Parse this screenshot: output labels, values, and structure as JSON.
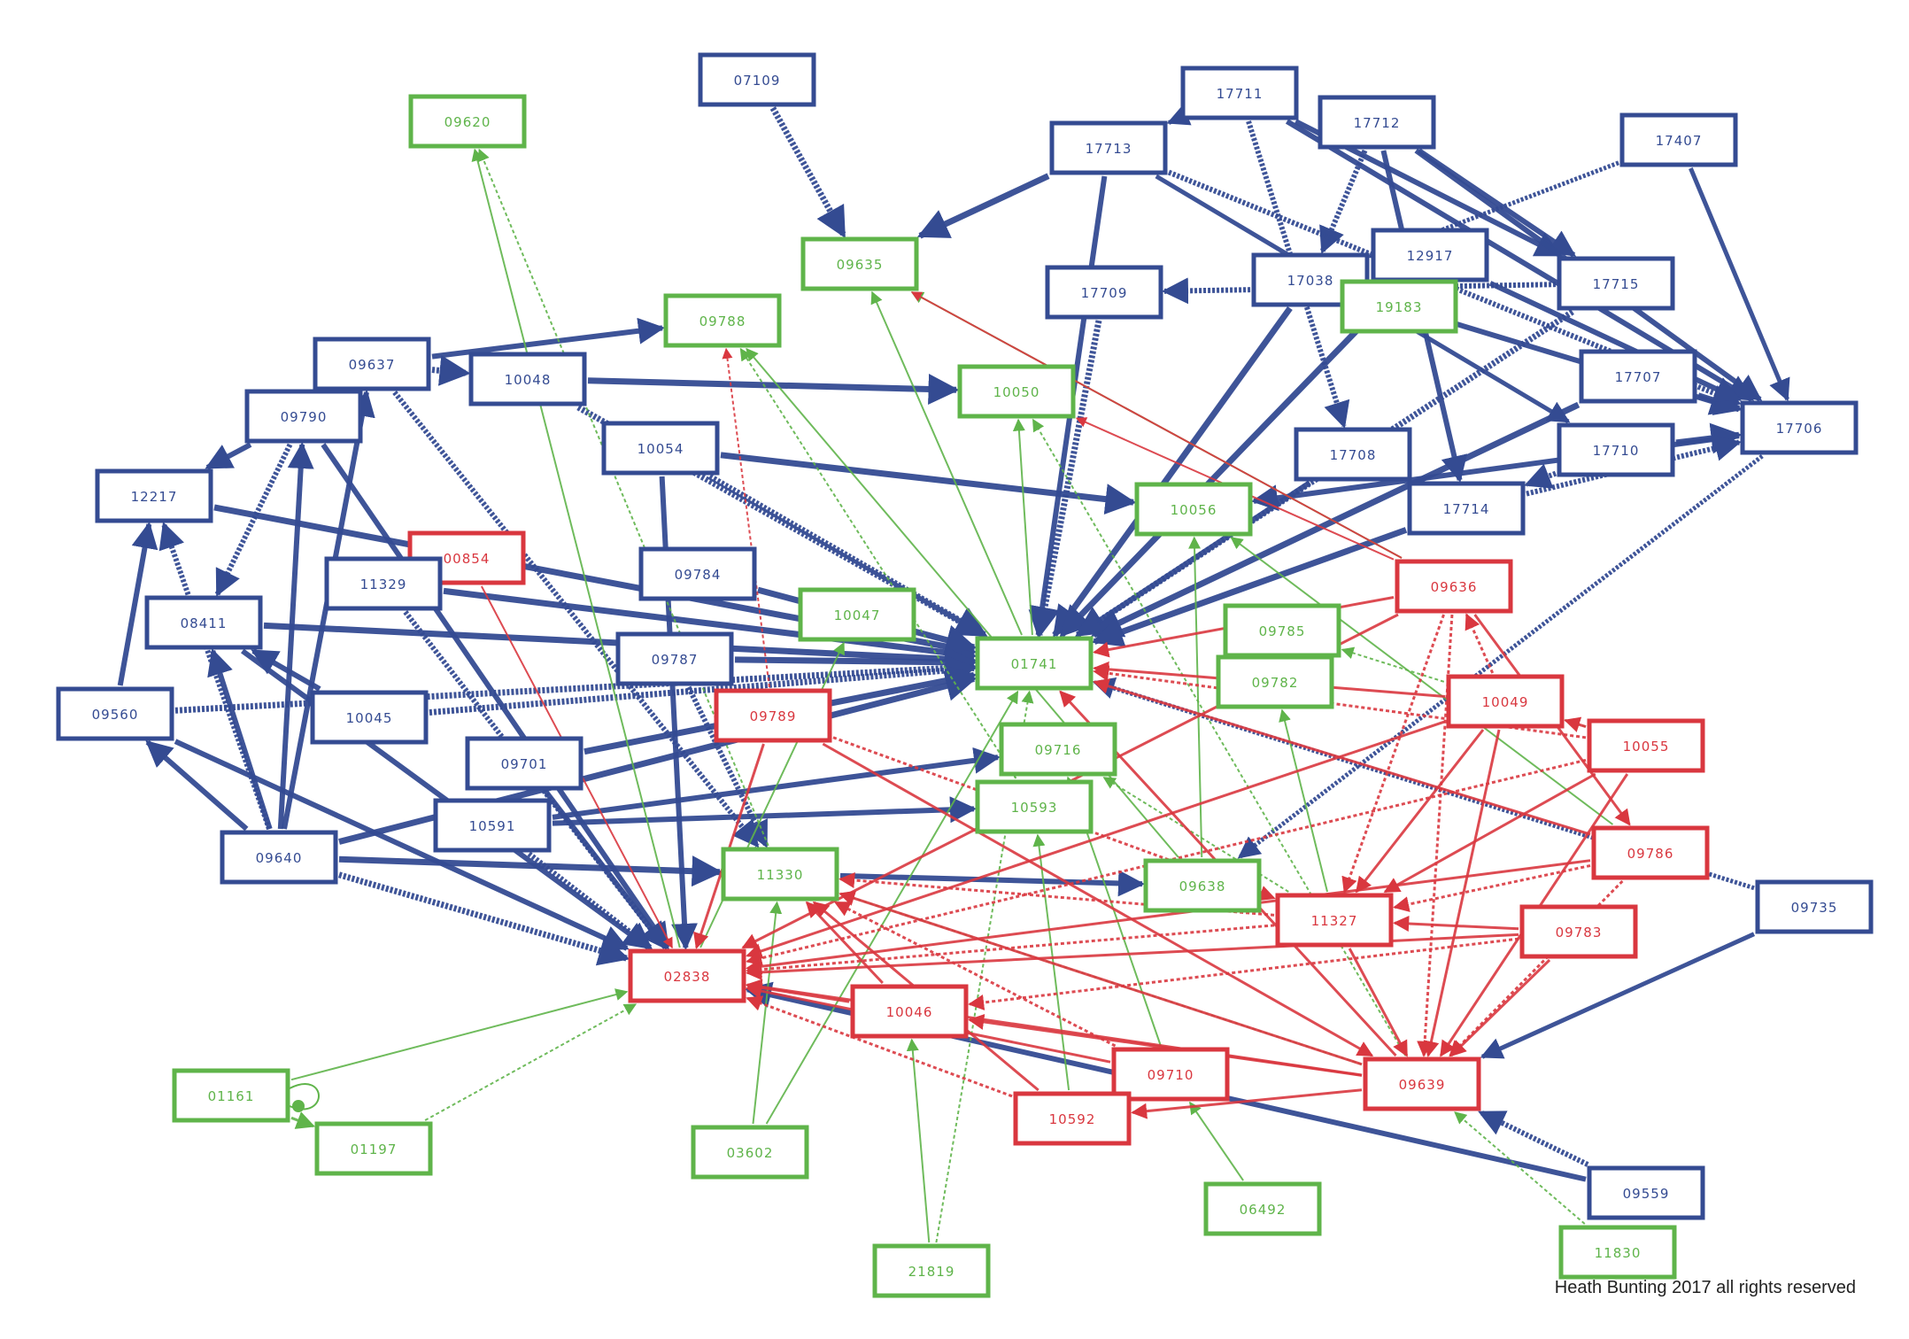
{
  "colors": {
    "blue": "#344b92",
    "green": "#5fb44a",
    "red": "#d9373f"
  },
  "credit": "Heath Bunting 2017 all rights reserved",
  "nodes": [
    {
      "id": "07109",
      "c": "blue"
    },
    {
      "id": "09620",
      "c": "green"
    },
    {
      "id": "17711",
      "c": "blue"
    },
    {
      "id": "17712",
      "c": "blue"
    },
    {
      "id": "17713",
      "c": "blue"
    },
    {
      "id": "17407",
      "c": "blue"
    },
    {
      "id": "09635",
      "c": "green"
    },
    {
      "id": "12917",
      "c": "blue"
    },
    {
      "id": "17038",
      "c": "blue"
    },
    {
      "id": "17709",
      "c": "blue"
    },
    {
      "id": "19183",
      "c": "green"
    },
    {
      "id": "17715",
      "c": "blue"
    },
    {
      "id": "09788",
      "c": "green"
    },
    {
      "id": "09637",
      "c": "blue"
    },
    {
      "id": "10048",
      "c": "blue"
    },
    {
      "id": "10050",
      "c": "green"
    },
    {
      "id": "17707",
      "c": "blue"
    },
    {
      "id": "09790",
      "c": "blue"
    },
    {
      "id": "17706",
      "c": "blue"
    },
    {
      "id": "10054",
      "c": "blue"
    },
    {
      "id": "17708",
      "c": "blue"
    },
    {
      "id": "17710",
      "c": "blue"
    },
    {
      "id": "12217",
      "c": "blue"
    },
    {
      "id": "10056",
      "c": "green"
    },
    {
      "id": "17714",
      "c": "blue"
    },
    {
      "id": "00854",
      "c": "red"
    },
    {
      "id": "11329",
      "c": "blue"
    },
    {
      "id": "09784",
      "c": "blue"
    },
    {
      "id": "09636",
      "c": "red"
    },
    {
      "id": "08411",
      "c": "blue"
    },
    {
      "id": "10047",
      "c": "green"
    },
    {
      "id": "09785",
      "c": "green"
    },
    {
      "id": "09787",
      "c": "blue"
    },
    {
      "id": "01741",
      "c": "green"
    },
    {
      "id": "09782",
      "c": "green"
    },
    {
      "id": "10049",
      "c": "red"
    },
    {
      "id": "09560",
      "c": "blue"
    },
    {
      "id": "10045",
      "c": "blue"
    },
    {
      "id": "09789",
      "c": "red"
    },
    {
      "id": "10055",
      "c": "red"
    },
    {
      "id": "09716",
      "c": "green"
    },
    {
      "id": "09701",
      "c": "blue"
    },
    {
      "id": "10593",
      "c": "green"
    },
    {
      "id": "10591",
      "c": "blue"
    },
    {
      "id": "09786",
      "c": "red"
    },
    {
      "id": "09640",
      "c": "blue"
    },
    {
      "id": "11330",
      "c": "green"
    },
    {
      "id": "09638",
      "c": "green"
    },
    {
      "id": "09735",
      "c": "blue"
    },
    {
      "id": "11327",
      "c": "red"
    },
    {
      "id": "09783",
      "c": "red"
    },
    {
      "id": "02838",
      "c": "red"
    },
    {
      "id": "10046",
      "c": "red"
    },
    {
      "id": "09710",
      "c": "red"
    },
    {
      "id": "09639",
      "c": "red"
    },
    {
      "id": "01161",
      "c": "green"
    },
    {
      "id": "10592",
      "c": "red"
    },
    {
      "id": "01197",
      "c": "green"
    },
    {
      "id": "03602",
      "c": "green"
    },
    {
      "id": "06492",
      "c": "green"
    },
    {
      "id": "09559",
      "c": "blue"
    },
    {
      "id": "11830",
      "c": "green"
    },
    {
      "id": "21819",
      "c": "green"
    }
  ],
  "edges": [
    [
      "07109",
      "09635",
      "blue",
      7
    ],
    [
      "17713",
      "09635",
      "blue",
      7
    ],
    [
      "17711",
      "17713",
      "blue",
      5
    ],
    [
      "17712",
      "17038",
      "blue",
      6
    ],
    [
      "17711",
      "17715",
      "blue",
      6
    ],
    [
      "17712",
      "17715",
      "blue",
      6
    ],
    [
      "17713",
      "17706",
      "blue",
      6
    ],
    [
      "17711",
      "17706",
      "blue",
      6
    ],
    [
      "17712",
      "17706",
      "blue",
      6
    ],
    [
      "17407",
      "17038",
      "blue",
      5
    ],
    [
      "17407",
      "17706",
      "blue",
      5
    ],
    [
      "17713",
      "01741",
      "blue",
      6
    ],
    [
      "17709",
      "01741",
      "blue",
      7
    ],
    [
      "17038",
      "01741",
      "blue",
      7
    ],
    [
      "12917",
      "01741",
      "blue",
      7
    ],
    [
      "17715",
      "01741",
      "blue",
      7
    ],
    [
      "17707",
      "01741",
      "blue",
      7
    ],
    [
      "17708",
      "01741",
      "blue",
      6
    ],
    [
      "17710",
      "17714",
      "blue",
      6
    ],
    [
      "17714",
      "01741",
      "blue",
      7
    ],
    [
      "17706",
      "10056",
      "blue",
      6
    ],
    [
      "17715",
      "17709",
      "blue",
      6
    ],
    [
      "17707",
      "17706",
      "blue",
      7
    ],
    [
      "17710",
      "17706",
      "blue",
      7
    ],
    [
      "17714",
      "17706",
      "blue",
      6
    ],
    [
      "17038",
      "17706",
      "blue",
      6
    ],
    [
      "12917",
      "17706",
      "blue",
      6
    ],
    [
      "17711",
      "17708",
      "blue",
      6
    ],
    [
      "17712",
      "17714",
      "blue",
      6
    ],
    [
      "17713",
      "17710",
      "blue",
      5
    ],
    [
      "17706",
      "09638",
      "blue",
      5
    ],
    [
      "09735",
      "09639",
      "blue",
      5
    ],
    [
      "09559",
      "02838",
      "blue",
      6
    ],
    [
      "09559",
      "09639",
      "blue",
      6
    ],
    [
      "09640",
      "09637",
      "blue",
      6
    ],
    [
      "09640",
      "09790",
      "blue",
      6
    ],
    [
      "09640",
      "12217",
      "blue",
      6
    ],
    [
      "09640",
      "08411",
      "blue",
      6
    ],
    [
      "09640",
      "09560",
      "blue",
      6
    ],
    [
      "09640",
      "02838",
      "blue",
      7
    ],
    [
      "09640",
      "11330",
      "blue",
      7
    ],
    [
      "09640",
      "01741",
      "blue",
      7
    ],
    [
      "09637",
      "10048",
      "blue",
      7
    ],
    [
      "09637",
      "09788",
      "blue",
      6
    ],
    [
      "09790",
      "12217",
      "blue",
      6
    ],
    [
      "09790",
      "08411",
      "blue",
      6
    ],
    [
      "12217",
      "01741",
      "blue",
      7
    ],
    [
      "08411",
      "01741",
      "blue",
      7
    ],
    [
      "09560",
      "01741",
      "blue",
      7
    ],
    [
      "09560",
      "02838",
      "blue",
      6
    ],
    [
      "09560",
      "12217",
      "blue",
      6
    ],
    [
      "10048",
      "01741",
      "blue",
      7
    ],
    [
      "10048",
      "10050",
      "blue",
      7
    ],
    [
      "10054",
      "10056",
      "blue",
      7
    ],
    [
      "10054",
      "01741",
      "blue",
      7
    ],
    [
      "10054",
      "02838",
      "blue",
      6
    ],
    [
      "11329",
      "01741",
      "blue",
      7
    ],
    [
      "11329",
      "02838",
      "blue",
      6
    ],
    [
      "09784",
      "01741",
      "blue",
      7
    ],
    [
      "09787",
      "01741",
      "blue",
      7
    ],
    [
      "10045",
      "01741",
      "blue",
      7
    ],
    [
      "09701",
      "01741",
      "blue",
      7
    ],
    [
      "09701",
      "02838",
      "blue",
      6
    ],
    [
      "10591",
      "02838",
      "blue",
      6
    ],
    [
      "10591",
      "10593",
      "blue",
      6
    ],
    [
      "10591",
      "09716",
      "blue",
      6
    ],
    [
      "09787",
      "11330",
      "blue",
      6
    ],
    [
      "11330",
      "09638",
      "blue",
      6
    ],
    [
      "08411",
      "02838",
      "blue",
      6
    ],
    [
      "09637",
      "11330",
      "blue",
      6
    ],
    [
      "09790",
      "02838",
      "blue",
      6
    ],
    [
      "10045",
      "08411",
      "blue",
      6
    ],
    [
      "09735",
      "01741",
      "blue",
      5
    ],
    [
      "09620",
      "09620",
      "green",
      1
    ],
    [
      "02838",
      "09620",
      "green",
      2
    ],
    [
      "11330",
      "09620",
      "green",
      2
    ],
    [
      "09636",
      "09635",
      "green",
      2
    ],
    [
      "01741",
      "09635",
      "green",
      2
    ],
    [
      "10593",
      "09788",
      "green",
      2
    ],
    [
      "09638",
      "09788",
      "green",
      2
    ],
    [
      "01741",
      "10050",
      "green",
      2
    ],
    [
      "09639",
      "10050",
      "green",
      2
    ],
    [
      "01161",
      "02838",
      "green",
      2
    ],
    [
      "01161",
      "01197",
      "green",
      3
    ],
    [
      "01197",
      "02838",
      "green",
      2
    ],
    [
      "03602",
      "11330",
      "green",
      2
    ],
    [
      "03602",
      "01741",
      "green",
      2
    ],
    [
      "21819",
      "01741",
      "green",
      2
    ],
    [
      "21819",
      "10046",
      "green",
      2
    ],
    [
      "06492",
      "09710",
      "green",
      2
    ],
    [
      "11830",
      "09639",
      "green",
      2
    ],
    [
      "09638",
      "10056",
      "green",
      2
    ],
    [
      "09786",
      "10056",
      "green",
      2
    ],
    [
      "10055",
      "09785",
      "green",
      2
    ],
    [
      "11327",
      "09782",
      "green",
      2
    ],
    [
      "02838",
      "10047",
      "green",
      2
    ],
    [
      "09639",
      "11330",
      "green",
      2
    ],
    [
      "10592",
      "10593",
      "green",
      2
    ],
    [
      "09710",
      "09716",
      "green",
      2
    ],
    [
      "11327",
      "09716",
      "green",
      2
    ],
    [
      "09636",
      "02838",
      "red",
      3
    ],
    [
      "10049",
      "02838",
      "red",
      3
    ],
    [
      "10055",
      "02838",
      "red",
      3
    ],
    [
      "09786",
      "02838",
      "red",
      3
    ],
    [
      "09783",
      "02838",
      "red",
      3
    ],
    [
      "11327",
      "02838",
      "red",
      3
    ],
    [
      "09639",
      "02838",
      "red",
      3
    ],
    [
      "09710",
      "02838",
      "red",
      3
    ],
    [
      "10592",
      "02838",
      "red",
      3
    ],
    [
      "10046",
      "02838",
      "red",
      3
    ],
    [
      "09789",
      "02838",
      "red",
      3
    ],
    [
      "09636",
      "09639",
      "red",
      3
    ],
    [
      "10049",
      "09639",
      "red",
      3
    ],
    [
      "10055",
      "09639",
      "red",
      3
    ],
    [
      "09786",
      "09639",
      "red",
      3
    ],
    [
      "09783",
      "09639",
      "red",
      3
    ],
    [
      "11327",
      "09639",
      "red",
      3
    ],
    [
      "09636",
      "11327",
      "red",
      3
    ],
    [
      "10049",
      "11327",
      "red",
      3
    ],
    [
      "10055",
      "11327",
      "red",
      3
    ],
    [
      "09786",
      "11327",
      "red",
      3
    ],
    [
      "09783",
      "11327",
      "red",
      3
    ],
    [
      "09639",
      "11330",
      "red",
      3
    ],
    [
      "09710",
      "11330",
      "red",
      3
    ],
    [
      "10592",
      "11330",
      "red",
      3
    ],
    [
      "10046",
      "11330",
      "red",
      3
    ],
    [
      "11327",
      "11330",
      "red",
      3
    ],
    [
      "09639",
      "01741",
      "red",
      3
    ],
    [
      "10049",
      "01741",
      "red",
      3
    ],
    [
      "10055",
      "01741",
      "red",
      3
    ],
    [
      "09636",
      "01741",
      "red",
      3
    ],
    [
      "09786",
      "01741",
      "red",
      3
    ],
    [
      "09783",
      "10046",
      "red",
      3
    ],
    [
      "09639",
      "10592",
      "red",
      3
    ],
    [
      "09639",
      "10046",
      "red",
      3
    ],
    [
      "10049",
      "09636",
      "red",
      3
    ],
    [
      "09636",
      "10050",
      "red",
      2
    ],
    [
      "09636",
      "09635",
      "red",
      2
    ],
    [
      "09789",
      "09788",
      "red",
      2
    ],
    [
      "00854",
      "02838",
      "red",
      2
    ],
    [
      "09789",
      "09639",
      "red",
      3
    ],
    [
      "09789",
      "11327",
      "red",
      3
    ],
    [
      "09636",
      "09786",
      "red",
      3
    ],
    [
      "10055",
      "10049",
      "red",
      3
    ]
  ]
}
